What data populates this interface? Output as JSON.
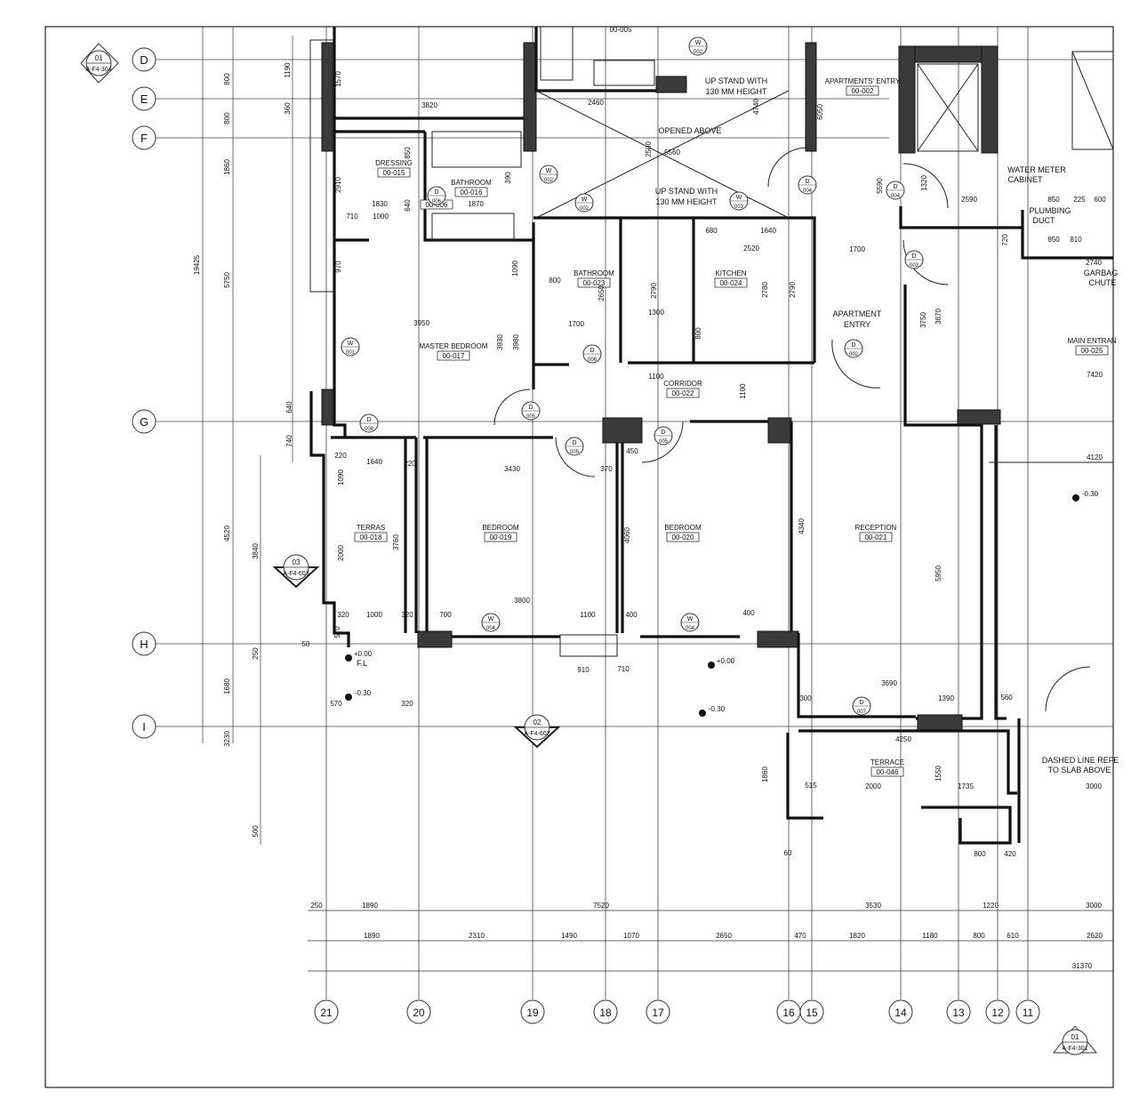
{
  "grid_rows": [
    "D",
    "E",
    "F",
    "G",
    "H",
    "I"
  ],
  "grid_cols": [
    "21",
    "20",
    "19",
    "18",
    "17",
    "16",
    "15",
    "14",
    "13",
    "12",
    "11"
  ],
  "section_marks": [
    {
      "num": "01",
      "ref": "A-F4-304"
    },
    {
      "num": "03",
      "ref": "A-F4-603"
    },
    {
      "num": "02",
      "ref": "A-F4-602"
    },
    {
      "num": "01",
      "ref": "A-F4-301"
    }
  ],
  "rooms": [
    {
      "name": "DRESSING",
      "code": "00-015"
    },
    {
      "name": "BATHROOM",
      "code": "00-016"
    },
    {
      "name": "MASTER BEDROOM",
      "code": "00-017"
    },
    {
      "name": "BATHROOM",
      "code": "00-023"
    },
    {
      "name": "KITCHEN",
      "code": "00-024"
    },
    {
      "name": "CORRIDOR",
      "code": "00-022"
    },
    {
      "name": "TERRAS",
      "code": "00-018"
    },
    {
      "name": "BEDROOM",
      "code": "00-019"
    },
    {
      "name": "BEDROOM",
      "code": "00-020"
    },
    {
      "name": "RECEPTION",
      "code": "00-021"
    },
    {
      "name": "TERRACE",
      "code": "00-046"
    },
    {
      "name": "APARTMENTS' ENTRY",
      "code": "00-002"
    },
    {
      "name": "MAIN ENTRAN",
      "code": "00-025"
    },
    {
      "name": "",
      "code": "00-006"
    }
  ],
  "notes": [
    "UP STAND WITH",
    "130 MM HEIGHT",
    "OPENED ABOVE",
    "UP STAND WITH",
    "130 MM HEIGHT",
    "APARTMENT",
    "ENTRY",
    "WATER METER",
    "CABINET",
    "PLUMBING",
    "DUCT",
    "GARBAG",
    "CHUTE",
    "DASHED LINE REFE",
    "TO SLAB ABOVE",
    "F.L"
  ],
  "levels": [
    "+0.00",
    "-0.30",
    "+0.00",
    "-0.30",
    "-0.30"
  ],
  "door_tags": [
    {
      "l": "D",
      "n": "006"
    },
    {
      "l": "D",
      "n": "005"
    },
    {
      "l": "D",
      "n": "005"
    },
    {
      "l": "D",
      "n": "005"
    },
    {
      "l": "D",
      "n": "006"
    },
    {
      "l": "D",
      "n": "008"
    },
    {
      "l": "D",
      "n": "002"
    },
    {
      "l": "D",
      "n": "003"
    },
    {
      "l": "D",
      "n": "004"
    },
    {
      "l": "D",
      "n": "004"
    },
    {
      "l": "D",
      "n": "007"
    }
  ],
  "window_tags": [
    {
      "l": "W",
      "n": "002"
    },
    {
      "l": "W",
      "n": "002"
    },
    {
      "l": "W",
      "n": "002"
    },
    {
      "l": "W",
      "n": "003"
    },
    {
      "l": "W",
      "n": "001"
    },
    {
      "l": "W",
      "n": "004"
    },
    {
      "l": "W",
      "n": "004"
    }
  ],
  "bottom_dims_1": [
    "250",
    "1890",
    "7520",
    "3530",
    "1220",
    "3000"
  ],
  "bottom_dims_2": [
    "1890",
    "2310",
    "1490",
    "1070",
    "2650",
    "470",
    "1820",
    "1180",
    "800",
    "610",
    "2620"
  ],
  "bottom_dims_3": [
    "31370"
  ],
  "left_dims_a": [
    "800",
    "800",
    "1860",
    "5750",
    "4520",
    "1680",
    "3230"
  ],
  "left_dims_total": [
    "19425"
  ],
  "left_dims_b": [
    "3840",
    "250",
    "500"
  ],
  "interior_dims": [
    "1190",
    "360",
    "1570",
    "3820",
    "2460",
    "4740",
    "6050",
    "2500",
    "5560",
    "850",
    "2910",
    "1830",
    "1000",
    "640",
    "1870",
    "710",
    "390",
    "970",
    "3950",
    "3930",
    "3980",
    "800",
    "1700",
    "2650",
    "2790",
    "1300",
    "680",
    "1640",
    "2520",
    "2780",
    "2790",
    "800",
    "1100",
    "1100",
    "640",
    "740",
    "220",
    "1640",
    "220",
    "3430",
    "370",
    "450",
    "1090",
    "2000",
    "3760",
    "4060",
    "4340",
    "5950",
    "320",
    "1000",
    "320",
    "700",
    "3800",
    "1100",
    "400",
    "400",
    "570",
    "910",
    "710",
    "320",
    "570",
    "3690",
    "300",
    "1390",
    "560",
    "4250",
    "1860",
    "515",
    "2000",
    "1550",
    "1735",
    "800",
    "420",
    "3000",
    "60",
    "50",
    "5590",
    "1320",
    "2590",
    "850",
    "225",
    "600",
    "850",
    "810",
    "720",
    "2740",
    "1700",
    "3750",
    "3870",
    "7420",
    "4120",
    "1090",
    "00-005"
  ]
}
